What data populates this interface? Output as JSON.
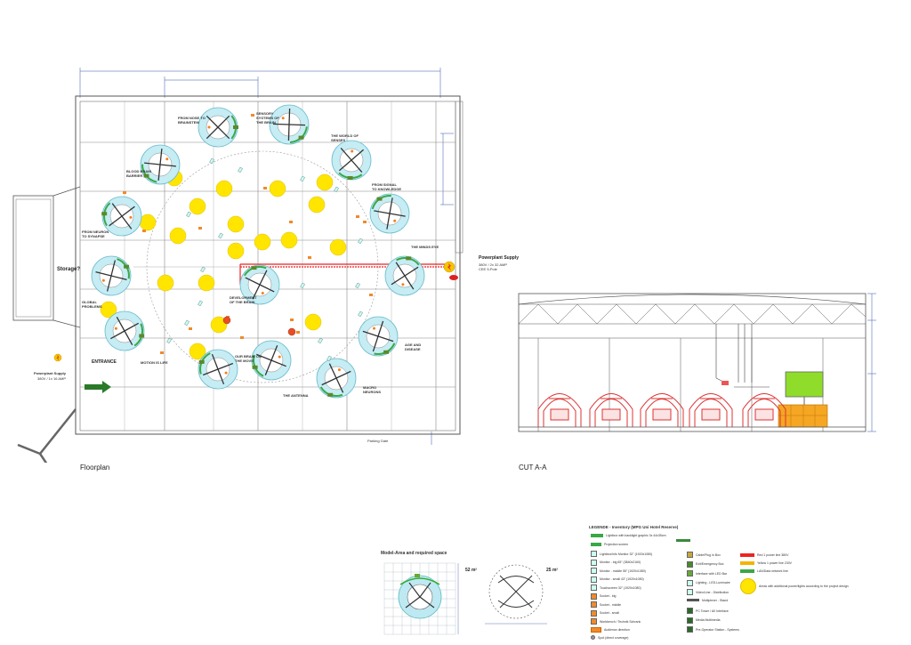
{
  "titles": {
    "floorplan": "Floorplan",
    "cut": "CUT A-A",
    "model_area": "Model-Area and required space",
    "legend": "LEGENDE - Inventory (MPG Uni Hotel Reserve)"
  },
  "floorplan": {
    "storage": "Storage?",
    "entrance": "ENTRANCE",
    "power_supply_title": "Powerplant Supply",
    "power_supply_detail": "380V / 2x 32 AMP",
    "power_supply_detail2": "CEE 5-Pole",
    "left_supply_title": "Powerplant Supply",
    "left_supply_detail": "380V / 1x 16 AMP",
    "parking": "Parking Gate",
    "station_labels": [
      "FROM NOSE TO BRAINSTEM",
      "SENSORY SYSTEMS OF THE BRAIN",
      "THE WORLD OF SENSES",
      "BLOOD BRAIN BARRIER",
      "FROM NEURON TO SYNAPSE",
      "FROM SIGNAL TO KNOWLEDGE",
      "THE MINDS EYE",
      "GLOBAL PROBLEMS",
      "MOTION IS LIFE",
      "AGE AND DISEASE",
      "MACRO NEURONS",
      "THE ANTENNA",
      "DEVELOPMENT OF THE BRAIN",
      "OUR BRAIN ON THE MOVE"
    ]
  },
  "model_area": {
    "area1": "52 m²",
    "area2": "25 m²"
  },
  "legend": {
    "left_items": [
      "Lightbox with backlight graphic 3x 44x35cm",
      "Projection screen",
      "Lightbox/info Monitor 32\" (1920x1080)",
      "Monitor - big 65\" (3840x2160)",
      "Monitor - middle 55\" (1920x1080)",
      "Monitor - small 43\" (1920x1080)",
      "Touchscreen 32\" (1920x1080)",
      "Socket - big",
      "Socket - middle",
      "Socket - small",
      "Workbench / Technik Schrank",
      "Audience direction",
      "Spot (direct coverage)"
    ],
    "mid_items": [
      "Cable/Plug in Box",
      "Exit/Emergency Box",
      "Interface with LED Bar",
      "Lighting - LED-Luminaire",
      "Video/Line - Distribution",
      "Multiplexer - Stand",
      "PC Tower / AV Interface",
      "Media Multimedia",
      "Pre-Operator Station - Systems"
    ],
    "right_items": [
      "Red 1 power line 380V",
      "Yellow 1 power line 230V",
      "LAN/Data network line"
    ],
    "circle_item": "Areas with additional power/lights according to the project design"
  }
}
